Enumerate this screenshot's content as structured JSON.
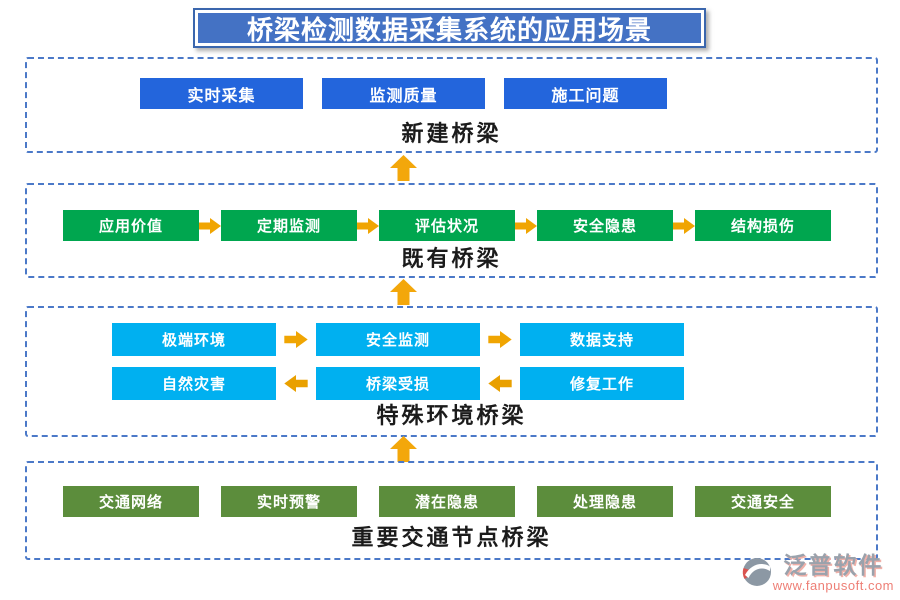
{
  "title": "桥梁检测数据采集系统的应用场景",
  "sections": {
    "new_bridge": {
      "label": "新建桥梁",
      "items": [
        "实时采集",
        "监测质量",
        "施工问题"
      ]
    },
    "existing_bridge": {
      "label": "既有桥梁",
      "items": [
        "应用价值",
        "定期监测",
        "评估状况",
        "安全隐患",
        "结构损伤"
      ]
    },
    "special_env": {
      "label": "特殊环境桥梁",
      "row1": [
        "极端环境",
        "安全监测",
        "数据支持"
      ],
      "row2": [
        "自然灾害",
        "桥梁受损",
        "修复工作"
      ]
    },
    "key_traffic": {
      "label": "重要交通节点桥梁",
      "items": [
        "交通网络",
        "实时预警",
        "潜在隐患",
        "处理隐患",
        "交通安全"
      ]
    }
  },
  "colors": {
    "banner": "#4472C4",
    "blue_node": "#2365DC",
    "green_node": "#00A64F",
    "cyan_node": "#00B0F0",
    "olive_node": "#5C8D3C",
    "flow_arrow": "#F0A502",
    "dashed_border": "#4B79C8"
  },
  "watermark": {
    "brand": "泛普软件",
    "url": "www.fanpusoft.com"
  }
}
